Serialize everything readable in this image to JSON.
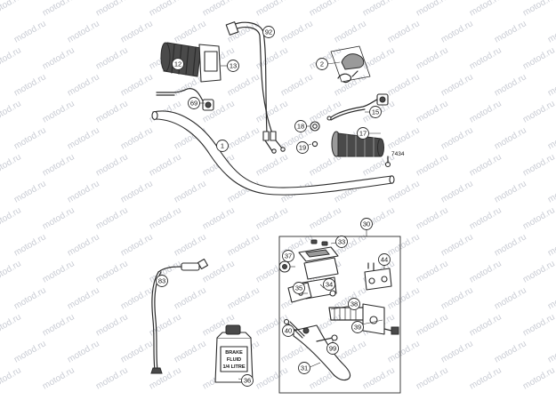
{
  "watermark": "motod.ru",
  "callouts": {
    "c1": "1",
    "c2": "2",
    "c12": "12",
    "c13": "13",
    "c15": "15",
    "c17": "17",
    "c18": "18",
    "c19": "19",
    "c30": "30",
    "c31": "31",
    "c33": "33",
    "c34": "34",
    "c35": "35",
    "c36": "36",
    "c37": "37",
    "c38": "38",
    "c39": "39",
    "c40": "40",
    "c44": "44",
    "c69": "69",
    "c83": "83",
    "c92": "92",
    "c99": "99"
  },
  "labels": {
    "ref_7434": "7434",
    "bottle_line1": "BRAKE",
    "bottle_line2": "FLUID",
    "bottle_line3": "1/4 LITRE"
  }
}
